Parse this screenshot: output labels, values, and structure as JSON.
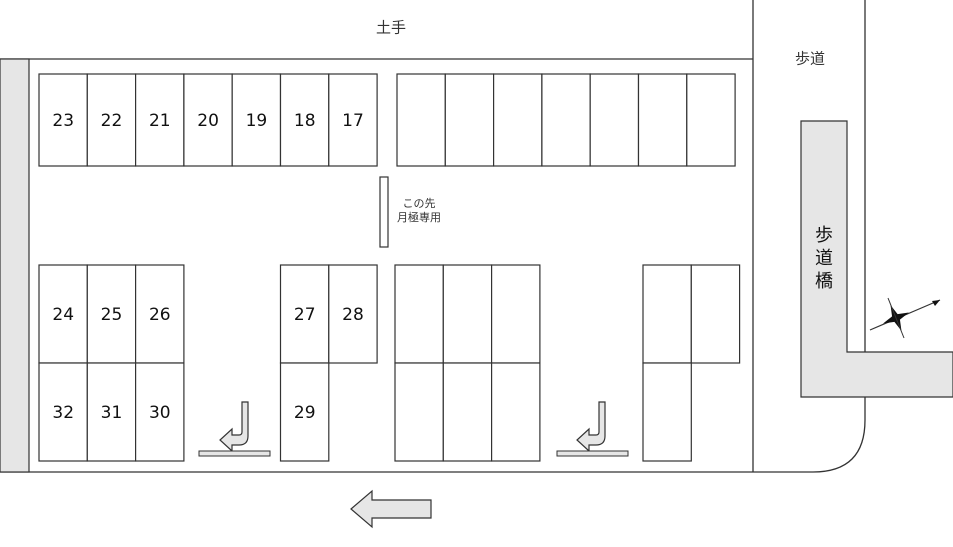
{
  "labels": {
    "embankment": "土手",
    "sidewalk": "歩道",
    "footbridge": [
      "歩",
      "道",
      "橋"
    ],
    "notice_line1": "この先",
    "notice_line2": "月極専用"
  },
  "stalls": {
    "top_left": [
      "23",
      "22",
      "21",
      "20",
      "19",
      "18",
      "17"
    ],
    "block_a_top": [
      "24",
      "25",
      "26"
    ],
    "block_a_bottom": [
      "32",
      "31",
      "30"
    ],
    "block_b_top": [
      "27",
      "28"
    ],
    "block_b_bottom": [
      "29"
    ]
  },
  "colors": {
    "road_fill": "#e6e6e6",
    "line": "#333333"
  },
  "icons": [
    "turn-arrow-icon",
    "direction-arrow-icon",
    "compass-icon"
  ]
}
